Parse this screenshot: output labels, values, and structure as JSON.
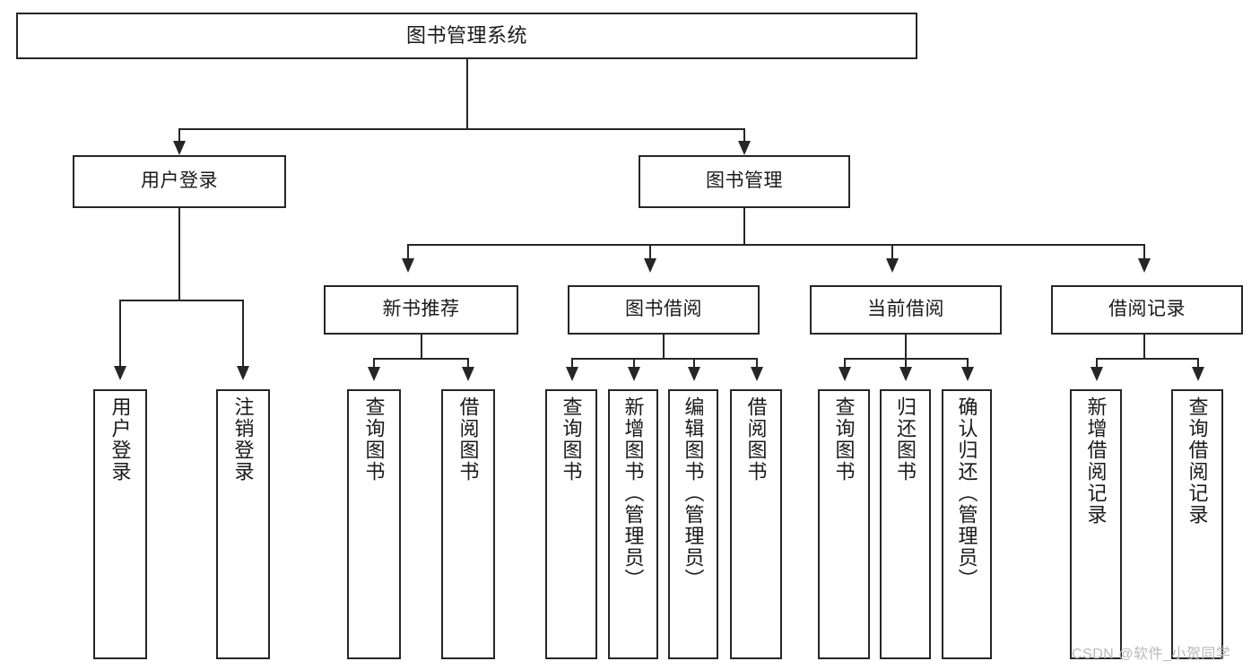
{
  "diagram": {
    "type": "tree-hierarchy",
    "title": "图书管理系统",
    "watermark": "CSDN @软件_小贺同学",
    "colors": {
      "stroke": "#262626",
      "fill": "#ffffff",
      "text": "#1a1a1a",
      "watermark": "#b9b9b9"
    },
    "levels": {
      "root": "图书管理系统",
      "level2": [
        "用户登录",
        "图书管理"
      ],
      "level3": [
        "新书推荐",
        "图书借阅",
        "当前借阅",
        "借阅记录"
      ]
    },
    "nodes": {
      "root": {
        "label": "图书管理系统"
      },
      "user_login": {
        "label": "用户登录"
      },
      "book_manage": {
        "label": "图书管理"
      },
      "new_book_rec": {
        "label": "新书推荐"
      },
      "book_borrow": {
        "label": "图书借阅"
      },
      "current_borrow": {
        "label": "当前借阅"
      },
      "borrow_record": {
        "label": "借阅记录"
      },
      "leaf_user_login": {
        "label": "用户登录"
      },
      "leaf_user_logout": {
        "label": "注销登录"
      },
      "leaf_query_book_1": {
        "label": "查询图书"
      },
      "leaf_borrow_book_1": {
        "label": "借阅图书"
      },
      "leaf_query_book_2": {
        "label": "查询图书"
      },
      "leaf_add_book": {
        "label": "新增图书（管理员）"
      },
      "leaf_edit_book": {
        "label": "编辑图书（管理员）"
      },
      "leaf_borrow_book_2": {
        "label": "借阅图书"
      },
      "leaf_query_book_3": {
        "label": "查询图书"
      },
      "leaf_return_book": {
        "label": "归还图书"
      },
      "leaf_confirm_return": {
        "label": "确认归还（管理员）"
      },
      "leaf_add_record": {
        "label": "新增借阅记录"
      },
      "leaf_query_record": {
        "label": "查询借阅记录"
      }
    },
    "edges": [
      {
        "from": "root",
        "to": "user_login"
      },
      {
        "from": "root",
        "to": "book_manage"
      },
      {
        "from": "user_login",
        "to": "leaf_user_login"
      },
      {
        "from": "user_login",
        "to": "leaf_user_logout"
      },
      {
        "from": "book_manage",
        "to": "new_book_rec"
      },
      {
        "from": "book_manage",
        "to": "book_borrow"
      },
      {
        "from": "book_manage",
        "to": "current_borrow"
      },
      {
        "from": "book_manage",
        "to": "borrow_record"
      },
      {
        "from": "new_book_rec",
        "to": "leaf_query_book_1"
      },
      {
        "from": "new_book_rec",
        "to": "leaf_borrow_book_1"
      },
      {
        "from": "book_borrow",
        "to": "leaf_query_book_2"
      },
      {
        "from": "book_borrow",
        "to": "leaf_add_book"
      },
      {
        "from": "book_borrow",
        "to": "leaf_edit_book"
      },
      {
        "from": "book_borrow",
        "to": "leaf_borrow_book_2"
      },
      {
        "from": "current_borrow",
        "to": "leaf_query_book_3"
      },
      {
        "from": "current_borrow",
        "to": "leaf_return_book"
      },
      {
        "from": "current_borrow",
        "to": "leaf_confirm_return"
      },
      {
        "from": "borrow_record",
        "to": "leaf_add_record"
      },
      {
        "from": "borrow_record",
        "to": "leaf_query_record"
      }
    ]
  }
}
